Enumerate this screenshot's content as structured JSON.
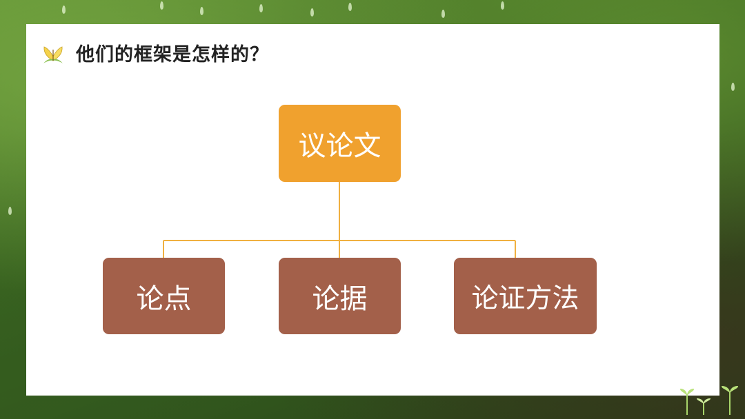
{
  "slide": {
    "title": "他们的框架是怎样的？",
    "title_icon": "butterfly-icon",
    "corner_icon": "sprout-icon"
  },
  "diagram": {
    "root": {
      "label": "议论文",
      "color": "#f0a12e"
    },
    "children": [
      {
        "label": "论点",
        "color": "#a3604a"
      },
      {
        "label": "论据",
        "color": "#a3604a"
      },
      {
        "label": "论证方法",
        "color": "#a3604a"
      }
    ],
    "connector_color": "#f0b040"
  }
}
